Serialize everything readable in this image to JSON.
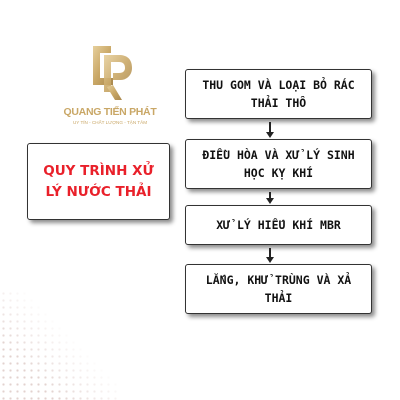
{
  "brand": {
    "name": "QUANG TIẾN PHÁT",
    "slogan": "UY TÍN - CHẤT LƯỢNG - TẬN TÂM",
    "color": "#c9a766",
    "icon": "qp-monogram-icon"
  },
  "title": "QUY TRÌNH XỬ LÝ NƯỚC THẢI",
  "steps": [
    "THU GOM VÀ LOẠI BỎ RÁC THẢI THÔ",
    "ĐIỀU HÒA VÀ XỬ LÝ SINH HỌC KỴ KHÍ",
    "XỬ LÝ HIẾU KHÍ MBR",
    "LẮNG, KHỬ TRÙNG VÀ XẢ THẢI"
  ],
  "colors": {
    "title_text": "#e9202a",
    "step_text": "#111111",
    "border": "#333333"
  }
}
